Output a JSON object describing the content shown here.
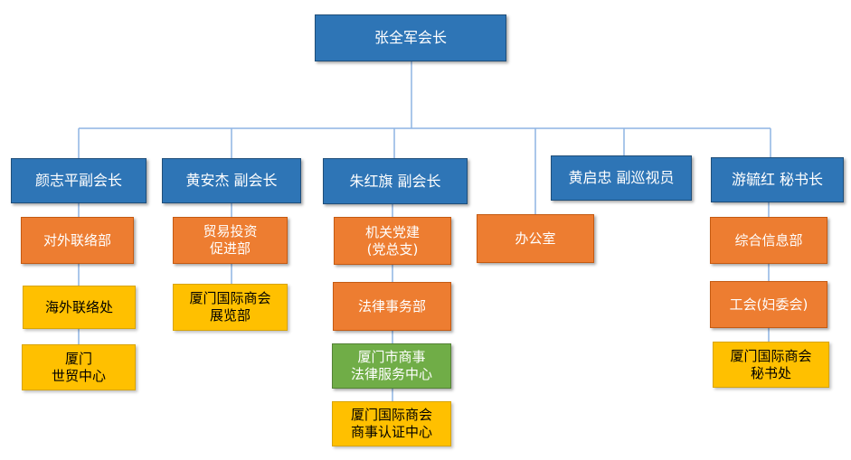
{
  "chart": {
    "president": "张全军会长",
    "vp1": "颜志平副会长",
    "vp2": "黄安杰 副会长",
    "vp3": "朱红旗 副会长",
    "inspector": "黄启忠 副巡视员",
    "secretary": "游毓红 秘书长",
    "office": "办公室",
    "liaison_dept": "对外联络部",
    "overseas_office": "海外联络处",
    "wtc_center": "厦门\n世贸中心",
    "trade_dept": "贸易投资\n促进部",
    "exhibition_dept": "厦门国际商会\n展览部",
    "party_branch": "机关党建\n(党总支)",
    "legal_dept": "法律事务部",
    "legal_center": "厦门市商事\n法律服务中心",
    "cert_center": "厦门国际商会\n商事认证中心",
    "info_dept": "综合信息部",
    "union": "工会(妇委会)",
    "secretariat": "厦门国际商会\n秘书处"
  },
  "colors": {
    "blue": "#2e75b6",
    "orange": "#ed7d31",
    "yellow": "#ffc000",
    "green": "#70ad47",
    "connector": "#8eb4e3"
  }
}
